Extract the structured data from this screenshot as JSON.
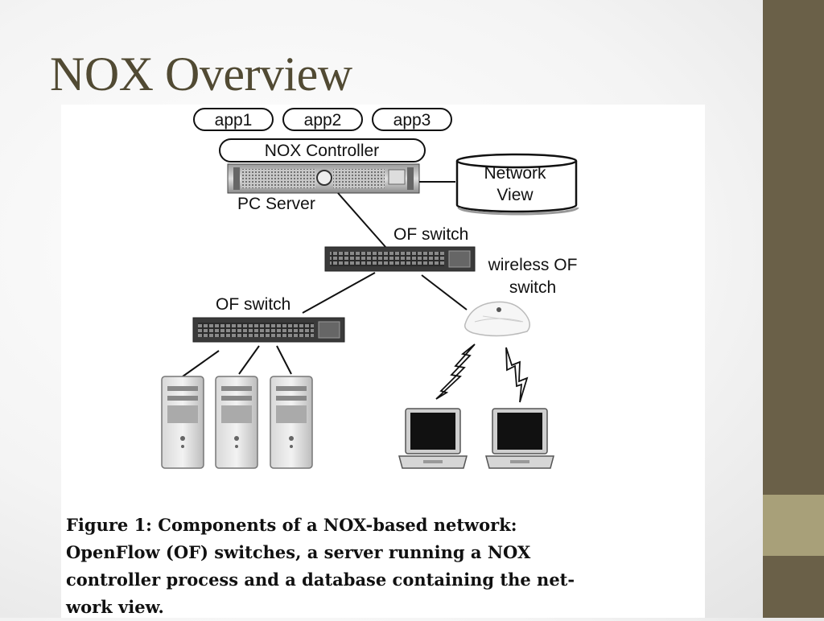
{
  "slide": {
    "title": "NOX Overview",
    "colors": {
      "sidebar": "#6a6048",
      "sidebar_accent": "#a8a079",
      "title": "#514a33"
    }
  },
  "diagram": {
    "apps": [
      "app1",
      "app2",
      "app3"
    ],
    "controller_label": "NOX Controller",
    "server_label": "PC Server",
    "network_view_label": [
      "Network",
      "View"
    ],
    "of_switch_top_label": "OF switch",
    "wireless_label": [
      "wireless OF",
      "switch"
    ],
    "of_switch_left_label": "OF switch"
  },
  "caption": {
    "lines": [
      "Figure 1:  Components of a NOX-based network:",
      "OpenFlow (OF) switches, a server running a NOX",
      "controller process and a database containing the net-",
      "work view."
    ]
  }
}
